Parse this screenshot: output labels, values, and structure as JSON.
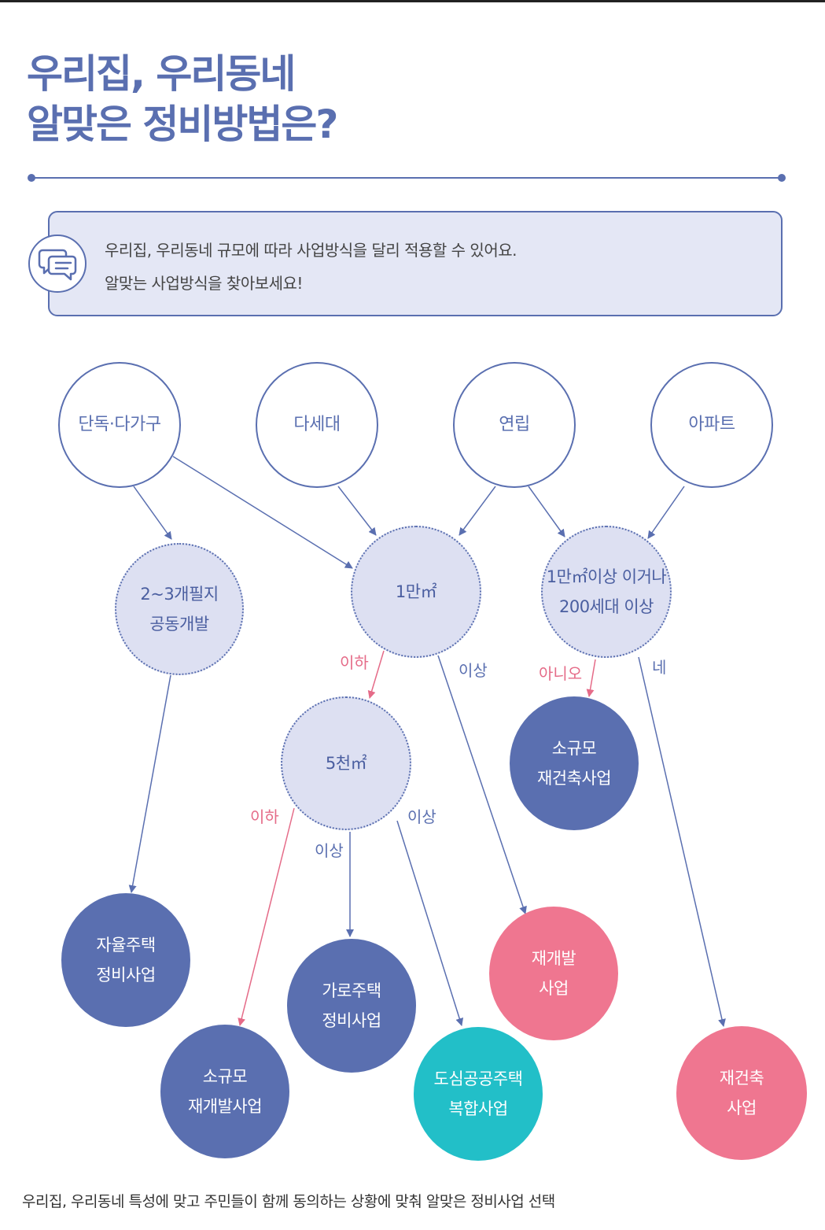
{
  "title": {
    "line1": "우리집, 우리동네",
    "line2": "알맞은 정비방법은?"
  },
  "info": {
    "icon": "chat-bubbles-icon",
    "line1": "우리집, 우리동네 규모에 따라 사업방식을 달리 적용할 수 있어요.",
    "line2": "알맞는 사업방식을 찾아보세요!"
  },
  "housing_types": [
    "단독·다가구",
    "다세대",
    "연립",
    "아파트"
  ],
  "conditions": {
    "joint_dev": [
      "2~3개필지",
      "공동개발"
    ],
    "area_10k": [
      "1만㎡"
    ],
    "area_5k": [
      "5천㎡"
    ],
    "apt_condition": [
      "1만㎡이상 이거나",
      "200세대 이상"
    ]
  },
  "branch_labels": {
    "below_1": "이하",
    "above_1": "이상",
    "no": "아니오",
    "yes": "네",
    "below_2": "이하",
    "above_2": "이상",
    "above_3": "이상"
  },
  "results": {
    "small_rebuild": [
      "소규모",
      "재건축사업"
    ],
    "autonomous": [
      "자율주택",
      "정비사업"
    ],
    "street": [
      "가로주택",
      "정비사업"
    ],
    "redevelop": [
      "재개발",
      "사업"
    ],
    "small_redevelop": [
      "소규모",
      "재개발사업"
    ],
    "urban_public": [
      "도심공공주택",
      "복합사업"
    ],
    "rebuild": [
      "재건축",
      "사업"
    ]
  },
  "colors": {
    "primary": "#5a6fb0",
    "condition_fill": "#dde0f2",
    "pink": "#ef7690",
    "teal": "#22bfc8",
    "info_bg": "#e4e7f5"
  },
  "footer": "우리집, 우리동네 특성에 맞고 주민들이 함께 동의하는 상황에 맞춰 알맞은 정비사업 선택"
}
